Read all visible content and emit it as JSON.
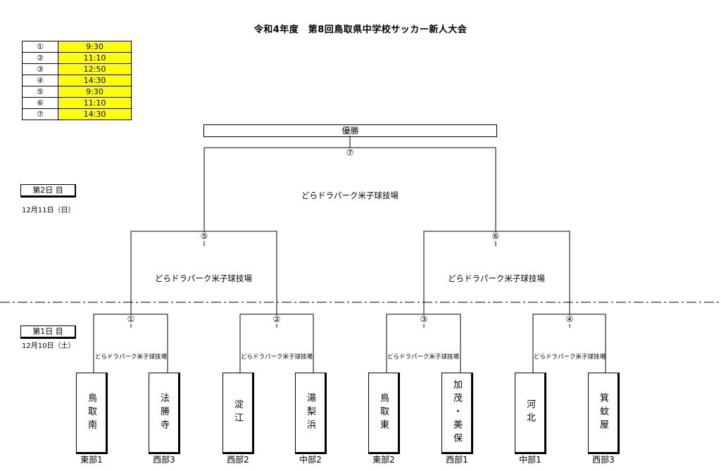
{
  "title": "令和4年度　第8回鳥取県中学校サッカー新人大会",
  "schedule": [
    {
      "match": "①",
      "time": "9:30"
    },
    {
      "match": "②",
      "time": "11:10"
    },
    {
      "match": "③",
      "time": "12:50"
    },
    {
      "match": "④",
      "time": "14:30"
    },
    {
      "match": "⑤",
      "time": "9:30"
    },
    {
      "match": "⑥",
      "time": "11:10"
    },
    {
      "match": "⑦",
      "time": "14:30"
    }
  ],
  "day2": {
    "label": "第2日 目",
    "date": "12月11日（日）"
  },
  "day1": {
    "label": "第1日 目",
    "date": "12月10日（土）"
  },
  "champion_label": "優勝",
  "venue": "どらドラパーク米子球技場",
  "match_numbers": {
    "m1": "①",
    "m2": "②",
    "m3": "③",
    "m4": "④",
    "m5": "⑤",
    "m6": "⑥",
    "m7": "⑦"
  },
  "teams": [
    {
      "name": "鳥取南",
      "region": "東部1"
    },
    {
      "name": "法勝寺",
      "region": "西部3"
    },
    {
      "name": "淀江",
      "region": "西部2"
    },
    {
      "name": "湯梨浜",
      "region": "中部2"
    },
    {
      "name": "鳥取東",
      "region": "東部2"
    },
    {
      "name": "加茂・美保",
      "region": "西部1"
    },
    {
      "name": "河北",
      "region": "中部1"
    },
    {
      "name": "箕蚊屋",
      "region": "西部3"
    }
  ]
}
